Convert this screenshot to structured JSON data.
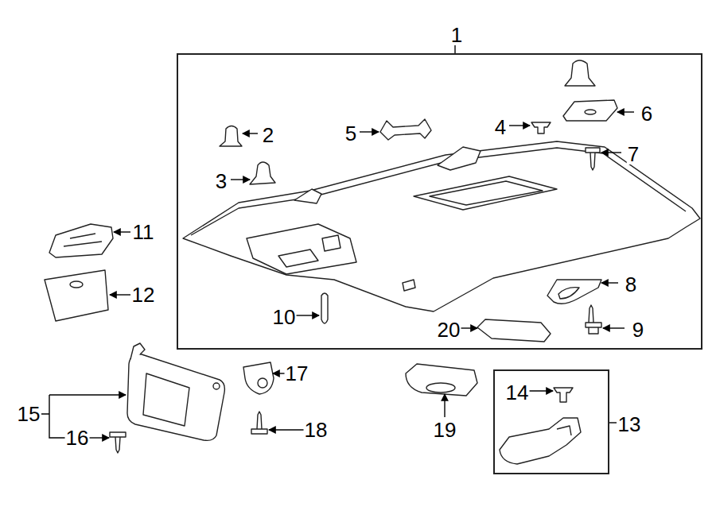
{
  "diagram": {
    "nodes": [
      {
        "text": [
          "1",
          "2",
          "3",
          "4",
          "5",
          "6",
          "7",
          "8",
          "9",
          "10",
          "20"
        ]
      },
      {
        "text": [
          "13",
          "14"
        ]
      }
    ],
    "edges": [],
    "labels": [
      "11",
      "12",
      "15",
      "16",
      "17",
      "18",
      "19"
    ]
  }
}
